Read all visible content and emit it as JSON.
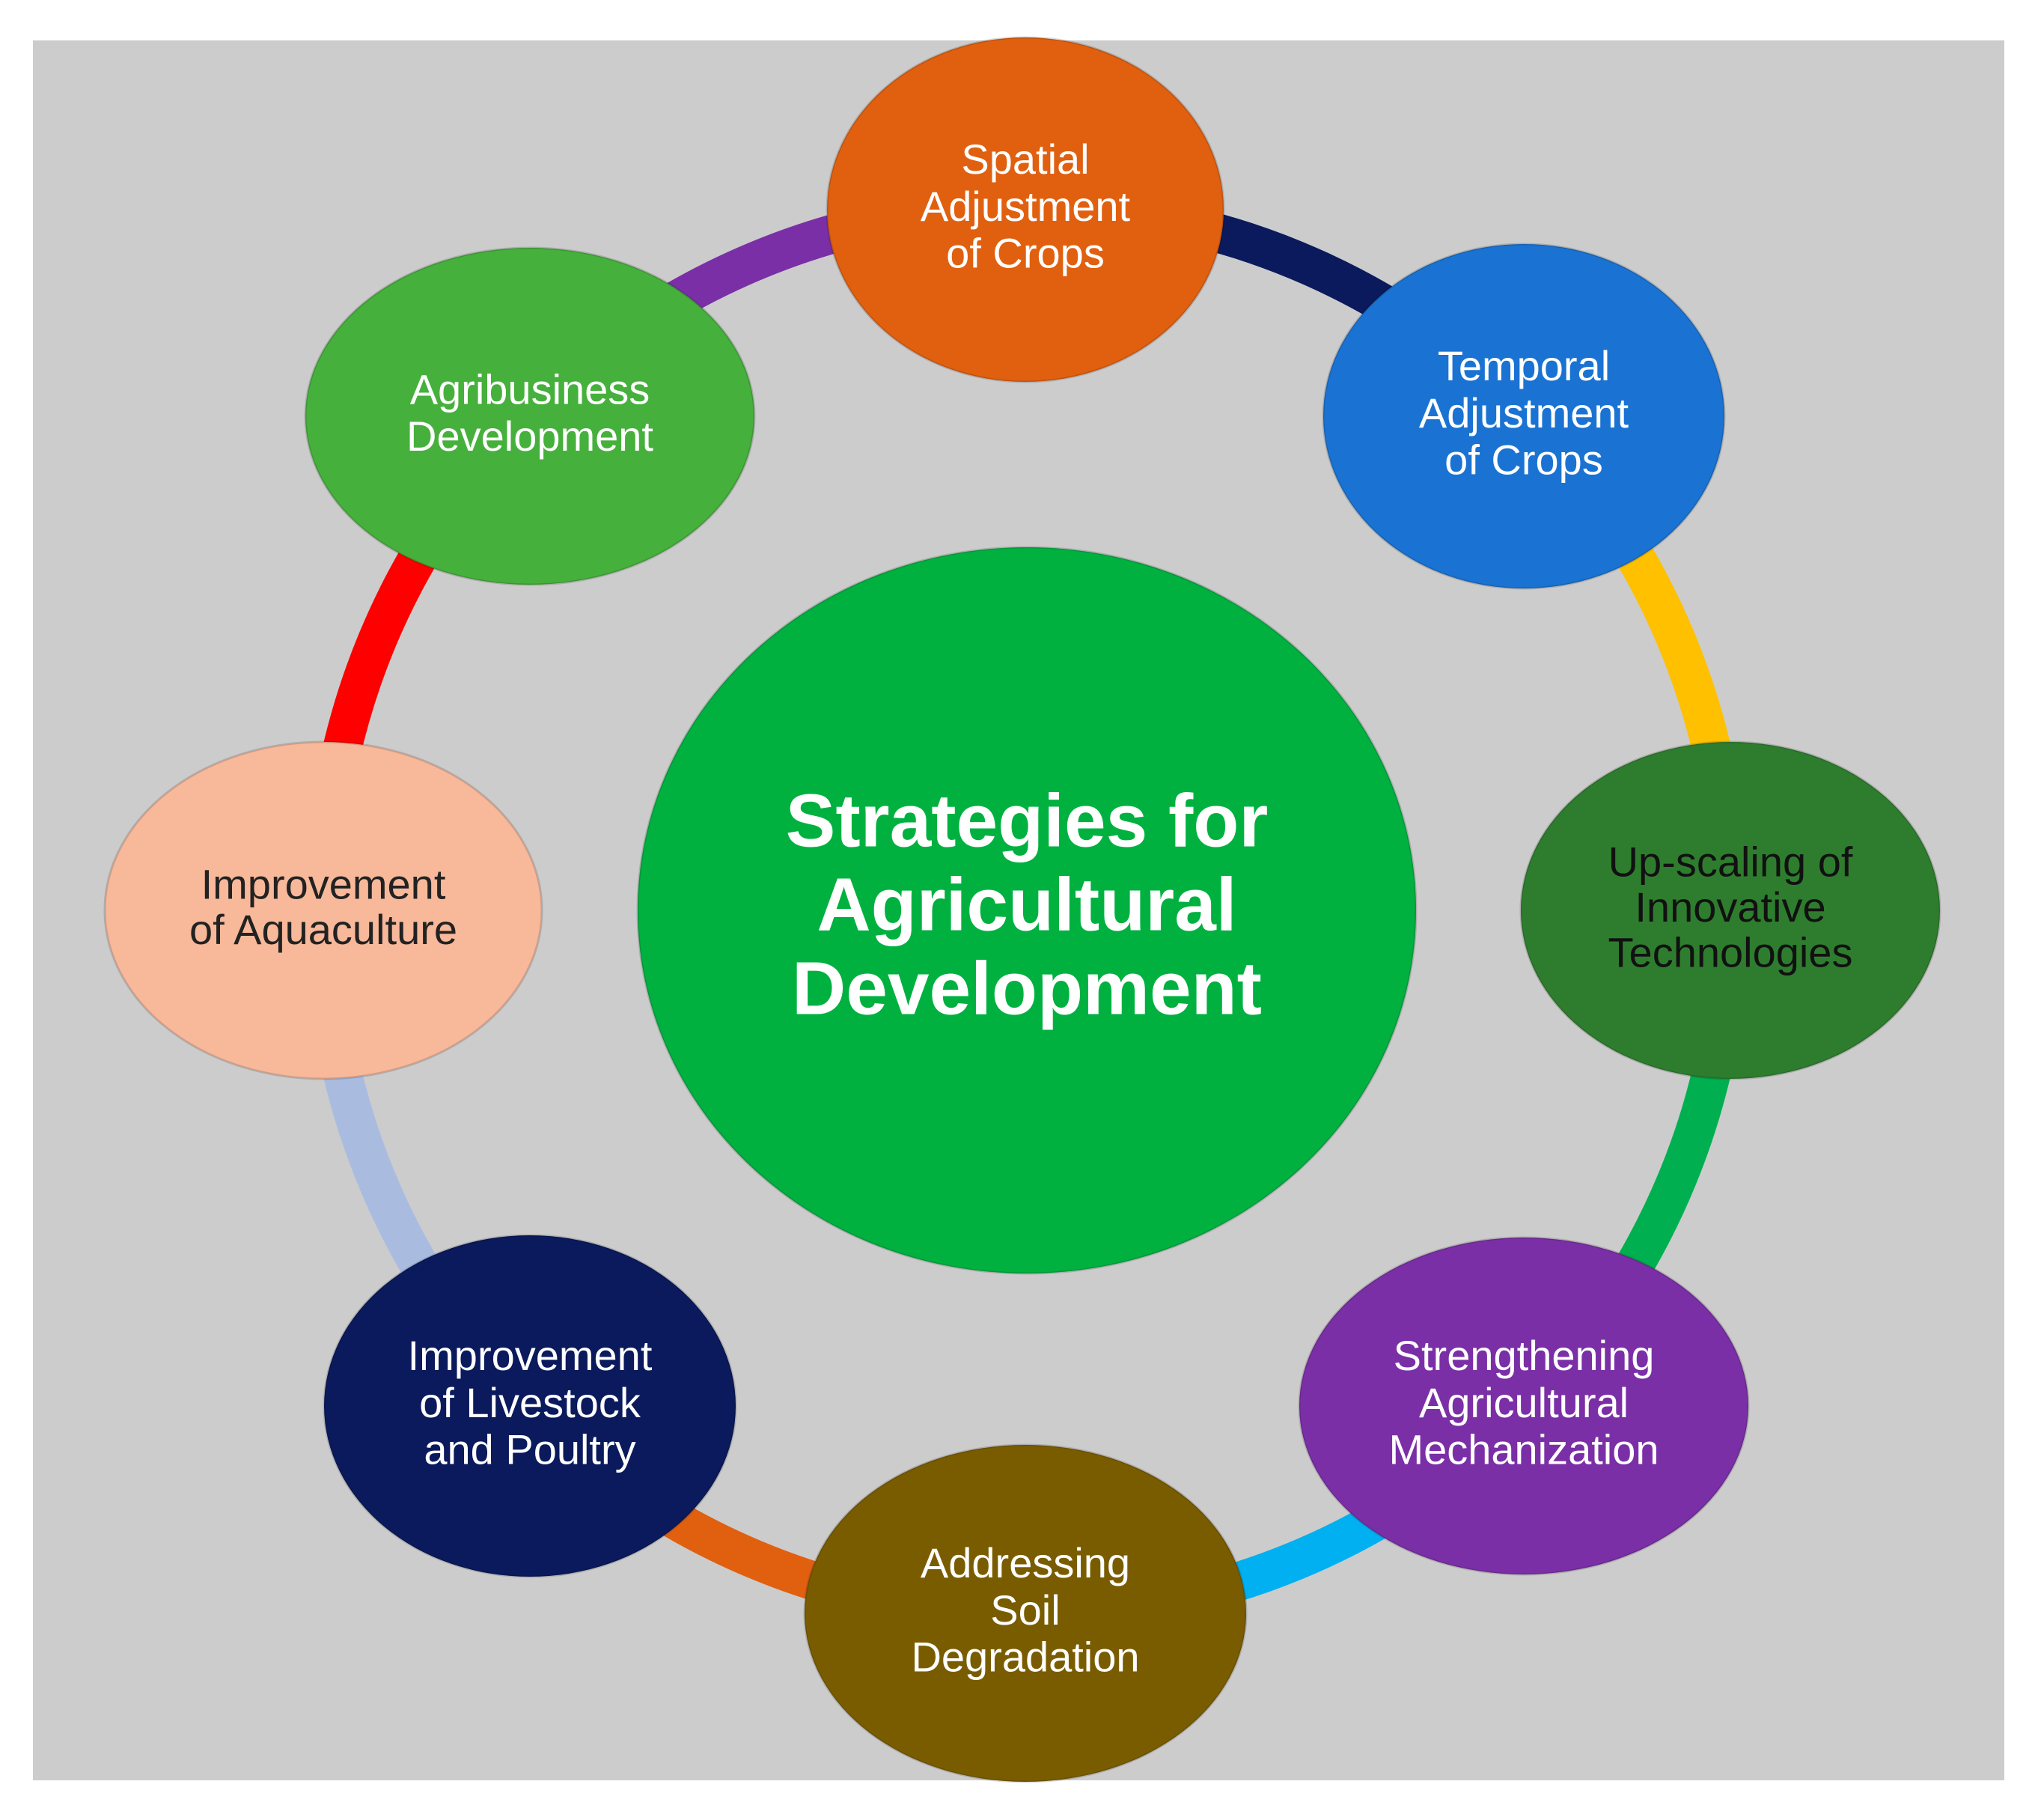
{
  "background_color": "#cccccc",
  "center": {
    "lines": [
      "Strategies for",
      "Agricultural",
      "Development"
    ],
    "fill": "#00b140",
    "text_color": "#ffffff"
  },
  "nodes": [
    {
      "id": "spatial-adjustment-of-crops",
      "lines": [
        "Spatial",
        "Adjustment",
        "of Crops"
      ],
      "fill": "#e06010",
      "text_color": "#ffffff"
    },
    {
      "id": "temporal-adjustment-of-crops",
      "lines": [
        "Temporal",
        "Adjustment",
        "of Crops"
      ],
      "fill": "#1a73d2",
      "text_color": "#ffffff"
    },
    {
      "id": "up-scaling-of-innovative-technologies",
      "lines": [
        "Up-scaling of",
        "Innovative",
        "Technologies"
      ],
      "fill": "#2e7d2e",
      "text_color": "#111111"
    },
    {
      "id": "strengthening-agricultural-mechanization",
      "lines": [
        "Strengthening",
        "Agricultural",
        "Mechanization"
      ],
      "fill": "#7b2fa6",
      "text_color": "#ffffff"
    },
    {
      "id": "addressing-soil-degradation",
      "lines": [
        "Addressing",
        "Soil",
        "Degradation"
      ],
      "fill": "#7a5c00",
      "text_color": "#ffffff"
    },
    {
      "id": "improvement-of-livestock-and-poultry",
      "lines": [
        "Improvement",
        "of Livestock",
        "and Poultry"
      ],
      "fill": "#0a1a5c",
      "text_color": "#ffffff"
    },
    {
      "id": "improvement-of-aquaculture",
      "lines": [
        "Improvement",
        "of Aquaculture"
      ],
      "fill": "#f8b89a",
      "text_color": "#222222"
    },
    {
      "id": "agribusiness-development",
      "lines": [
        "Agribusiness",
        "Development"
      ],
      "fill": "#46b03c",
      "text_color": "#ffffff"
    }
  ],
  "connectors": [
    {
      "from": "spatial-adjustment-of-crops",
      "to": "temporal-adjustment-of-crops",
      "color": "#0a1a5c"
    },
    {
      "from": "temporal-adjustment-of-crops",
      "to": "up-scaling-of-innovative-technologies",
      "color": "#ffc000"
    },
    {
      "from": "up-scaling-of-innovative-technologies",
      "to": "strengthening-agricultural-mechanization",
      "color": "#00b050"
    },
    {
      "from": "strengthening-agricultural-mechanization",
      "to": "addressing-soil-degradation",
      "color": "#00b0f0"
    },
    {
      "from": "addressing-soil-degradation",
      "to": "improvement-of-livestock-and-poultry",
      "color": "#e06010"
    },
    {
      "from": "improvement-of-livestock-and-poultry",
      "to": "improvement-of-aquaculture",
      "color": "#a9bce0"
    },
    {
      "from": "improvement-of-aquaculture",
      "to": "agribusiness-development",
      "color": "#ff0000"
    },
    {
      "from": "agribusiness-development",
      "to": "spatial-adjustment-of-crops",
      "color": "#7b2fa6"
    }
  ]
}
